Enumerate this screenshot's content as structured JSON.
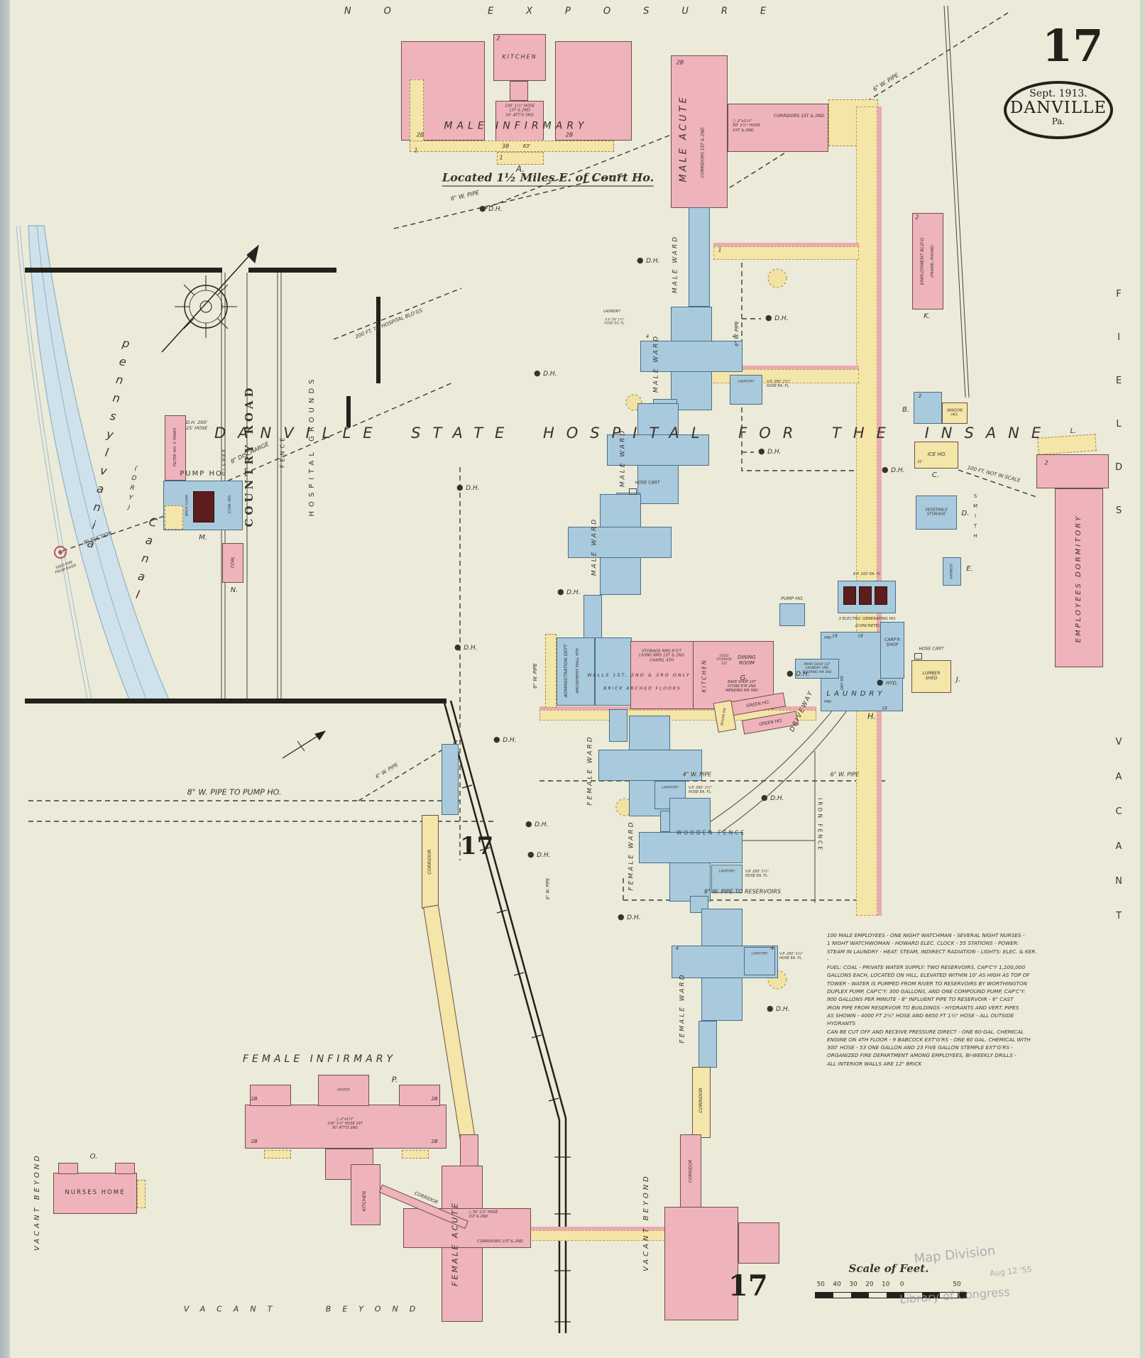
{
  "page": {
    "sheet_top": "17",
    "sheet_mid": "17",
    "sheet_bottom": "17",
    "stamp_date": "Sept. 1913.",
    "stamp_city": "DANVILLE",
    "stamp_state": "Pa.",
    "no_exposure": "NO EXPOSURE",
    "located": "Located 1½ Miles E. of Court Ho.",
    "title": "DANVILLE STATE HOSPITAL FOR THE INSANE"
  },
  "stamps": {
    "division": "Map Division",
    "date": "Aug 12 '55",
    "library": "Library of Congress"
  },
  "scale": {
    "title": "Scale of Feet.",
    "ticks": "50    40    30    20    10     0",
    "right": "50"
  },
  "areas": {
    "country_road": "COUNTRY ROAD",
    "railroad": "D.L.& W.R.R.",
    "fence": "FENCE",
    "hospital_grounds": "HOSPITAL GROUNDS",
    "canal_name": "pennsylvania",
    "canal_dry": "(DRY)",
    "canal_word": "Canal",
    "vacant_beyond": "VACANT BEYOND",
    "vacant": "VACANT",
    "fields": "FIELDS",
    "wooden_fence": "WOODEN FENCE",
    "iron_fence": "IRON FENCE",
    "driveway": "DRIVEWAY",
    "smith": "SMITH"
  },
  "pipes": {
    "w6": "6\" W. PIPE",
    "w8": "8\" W. PIPE",
    "w4": "4\" W. PIPE",
    "w8_pump": "8\" W. PIPE TO PUMP HO.",
    "w8_res": "8\" W. PIPE TO RESERVOIRS",
    "discharge": "8\" DISCHARGE",
    "suction": "8\" SUCTION",
    "feed": "FEED PIPE\nFROM RIVER",
    "to_hospital": "200 FT. TO HOSPITAL BLD'GS",
    "not_in_scale": "100 FT. NOT IN SCALE",
    "dh": "D.H.",
    "dh200": "D.H. 200'\n25' HOSE",
    "hyd": "HYD."
  },
  "buildings": {
    "male_infirmary": {
      "label": "MALE INFIRMARY",
      "letter": "A.",
      "kitchen": "KITCHEN",
      "hose_note": "100' 1½\" HOSE\n1ST & 2ND\n50' ATT'D 3RD"
    },
    "male_acute": {
      "label": "MALE ACUTE",
      "corridors": "CORRIDORS 1ST & 2ND",
      "hose_note": "○ 2\"x1½\"\n50' 1½\" HOSE\n1ST & 2ND"
    },
    "male_ward": "MALE WARD",
    "female_ward": "FEMALE WARD",
    "corridor": "CORRIDOR",
    "lavatory": "LAVATORY",
    "lav_note": "V.P. 250' 1½\"\nHOSE EA. FL.",
    "admin": {
      "line1": "ADMINISTRATION DEPT",
      "line2": "AMUSEMENT HALL 4TH"
    },
    "chapel_block": {
      "note": "STORAGE RMS B'S'T\nLIVING RMS 1ST & 2ND\nCHAPEL 4TH",
      "walls": "WALLS 1ST, 2ND & 3RD ONLY",
      "floors": "BRICK ARCHED FLOORS"
    },
    "dining_block": {
      "kitchen": "KITCHEN",
      "cold": "COLD\nSTORAGE\n1ST",
      "dining": "DINING\nROOM",
      "bake": "BAKE SHOP 1ST\nSTORE R'M 2ND\nMENDING RM 3RD"
    },
    "laundry": {
      "label": "LAUNDRY",
      "letter": "H.",
      "carp": "CARP'R\nSHOP",
      "fan": "FAN",
      "dry": "DRY RM",
      "print": "PRINT SHOP 1ST\nLAUNDRY 2ND\nSLEEPING RM 3RD"
    },
    "power": {
      "pump": "PUMP HO.",
      "gen": "3 ELECTRIC GENERATING HO.",
      "concrete": "(CONCRETE)",
      "ep": "E.P. 100' EA. FL."
    },
    "greenhouse": {
      "label": "GREEN HO.",
      "boiler": "BOILER RM",
      "letter": "G."
    },
    "lumber": {
      "label": "LUMBER\nSHED",
      "letter": "J.",
      "hose_cart": "HOSE CART"
    },
    "employment": {
      "label": "EMPLOYMENT BLD'G",
      "sub": "(FRAME, PHONE)",
      "letter": "K."
    },
    "wagon": {
      "label": "WAGON\nHO.",
      "letter": "B."
    },
    "ice": {
      "label": "ICE HO.",
      "letter": "C.",
      "size": "31'"
    },
    "vegetable": {
      "label": "VEGETABLE\nSTORAGE",
      "letter": "D."
    },
    "harness": {
      "label": "HARNESS",
      "letter": "E."
    },
    "dormitory": {
      "label": "EMPLOYEES DORMITORY",
      "letter": "L."
    },
    "pump_house": {
      "label": "PUMP HO.",
      "letter": "M.",
      "brick": "BRICK FLOOR",
      "coal": "COAL HO.",
      "filter": "FILTER HO.\n3 TANKS"
    },
    "coal": {
      "label": "COAL",
      "letter": "N."
    },
    "nurses": {
      "label": "NURSES HOME",
      "letter": "O."
    },
    "female_infirmary": {
      "label": "FEMALE INFIRMARY",
      "letter": "P.",
      "kitchen": "KITCHEN",
      "corridor": "CORRIDOR",
      "hose_note": "○ 2\"x1½\"\n100' 1½\" HOSE 1ST\n50' ATT'D 2ND",
      "heater": "HEATER"
    },
    "female_acute": {
      "label": "FEMALE ACUTE",
      "corridors": "CORRIDORS 1ST & 2ND",
      "hose_note": "○ 50' 1½\" HOSE\n1ST & 2ND"
    },
    "ward_laundry": {
      "label": "LAUNDRY",
      "note": "X.P. 50' 1½\"\nHOSE EA. FL."
    }
  },
  "floors": {
    "f1": "1",
    "f2": "2",
    "f2b": "2B",
    "f4": "4",
    "f18": "18",
    "f38": "38",
    "f63": "63'"
  },
  "info_text": "100 MALE EMPLOYEES - ONE NIGHT WATCHMAN - SEVERAL NIGHT NURSES -\n1 NIGHT WATCHWOMAN - HOWARD ELEC. CLOCK - 55 STATIONS - POWER:\nSTEAM IN LAUNDRY - HEAT: STEAM, INDIRECT RADIATION - LIGHTS: ELEC. & KER. -\nFUEL: COAL - PRIVATE WATER SUPPLY: TWO RESERVOIRS, CAP'C'Y 1,200,000\nGALLONS EACH, LOCATED ON HILL, ELEVATED WITHIN 10' AS HIGH AS TOP OF\nTOWER - WATER IS PUMPED FROM RIVER TO RESERVOIRS BY WORTHINGTON\nDUPLEX PUMP, CAP'C'Y: 300 GALLONS, AND ONE COMPOUND PUMP, CAP'C'Y:\n900 GALLONS PER MINUTE - 8\" INFLUENT PIPE TO RESERVOIR - 6\" CAST\nIRON PIPE FROM RESERVOIR TO BUILDINGS - HYDRANTS AND VERT. PIPES\nAS SHOWN - 4000 FT 2½\" HOSE AND 6650 FT 1½\" HOSE - ALL OUTSIDE HYDRANTS\nCAN BE CUT OFF AND RECEIVE PRESSURE DIRECT - ONE 60-GAL. CHEMICAL\nENGINE ON 4TH FLOOR - 9 BABCOCK EXT'G'RS - ONE 60 GAL. CHEMICAL WITH\n300' HOSE - 53 ONE GALLON AND 23 FIVE GALLON STEMPLE EXT'G'RS -\nORGANIZED FIRE DEPARTMENT AMONG EMPLOYEES, BI-WEEKLY DRILLS -\nALL INTERIOR WALLS ARE 12\" BRICK"
}
